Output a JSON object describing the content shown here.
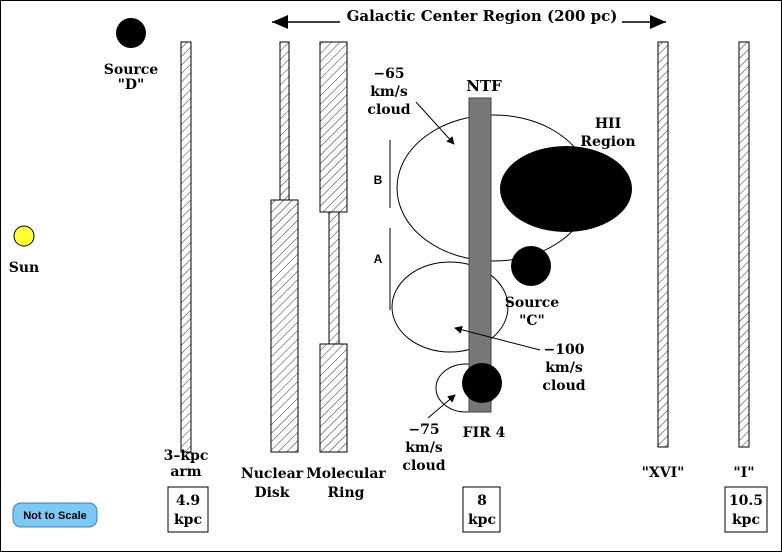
{
  "title": "Galactic Center Region (200 pc)",
  "labels": {
    "source_d_1": "Source",
    "source_d_2": "\"D\"",
    "sun": "Sun",
    "arm_1": "3–kpc",
    "arm_2": "arm",
    "nuclear_1": "Nuclear",
    "nuclear_2": "Disk",
    "molecular_1": "Molecular",
    "molecular_2": "Ring",
    "ntf": "NTF",
    "hii_1": "HII",
    "hii_2": "Region",
    "cloud65_1": "−65",
    "cloud65_2": "km/s",
    "cloud65_3": "cloud",
    "cloud100_1": "−100",
    "cloud100_2": "km/s",
    "cloud100_3": "cloud",
    "cloud75_1": "−75",
    "cloud75_2": "km/s",
    "cloud75_3": "cloud",
    "source_c_1": "Source",
    "source_c_2": "\"C\"",
    "fir4": "FIR 4",
    "b": "B",
    "a": "A",
    "xvi": "\"XVI\"",
    "i": "\"I\"",
    "dist_49_1": "4.9",
    "dist_49_2": "kpc",
    "dist_8_1": "8",
    "dist_8_2": "kpc",
    "dist_105_1": "10.5",
    "dist_105_2": "kpc",
    "not_to_scale": "Not to Scale"
  },
  "colors": {
    "sun": "#ffff33",
    "ntf": "#777777",
    "badge": "#7ec8f5"
  }
}
